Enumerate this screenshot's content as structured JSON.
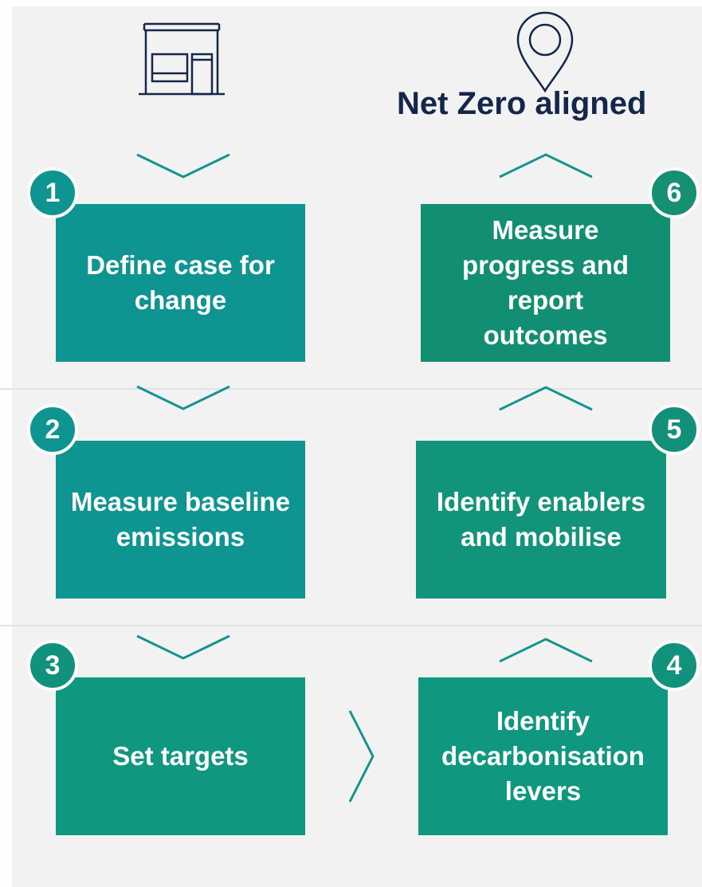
{
  "goal": {
    "label": "Net Zero aligned"
  },
  "steps": [
    {
      "number": "1",
      "label": "Define case for change"
    },
    {
      "number": "2",
      "label": "Measure baseline emissions"
    },
    {
      "number": "3",
      "label": "Set targets"
    },
    {
      "number": "4",
      "label": "Identify decarbonisation levers"
    },
    {
      "number": "5",
      "label": "Identify enablers and mobilise"
    },
    {
      "number": "6",
      "label": "Measure progress and report outcomes"
    }
  ],
  "icons": {
    "start": "storefront-icon",
    "end": "location-pin-icon",
    "down": "chevron-down-icon",
    "up": "chevron-up-icon",
    "right": "chevron-right-icon"
  },
  "colors": {
    "teal": "#0e9591",
    "green": "#128f72",
    "navy": "#14264a",
    "chevron": "#14938f"
  }
}
